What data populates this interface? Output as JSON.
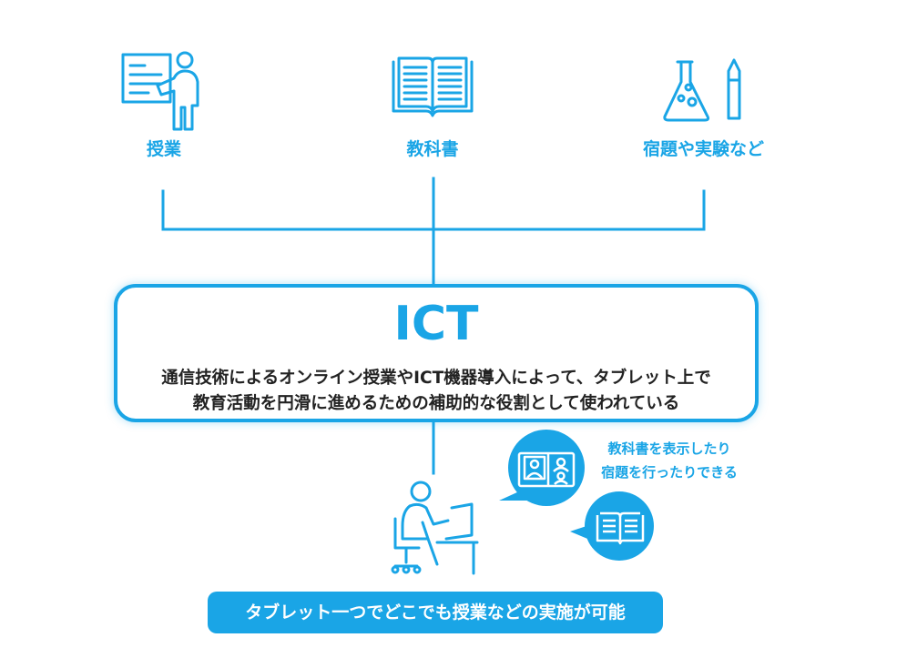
{
  "colors": {
    "accent": "#1aa5e6",
    "text": "#222222",
    "background": "#ffffff"
  },
  "top_items": [
    {
      "label": "授業",
      "icon": "presentation-teacher-icon"
    },
    {
      "label": "教科書",
      "icon": "open-book-icon"
    },
    {
      "label": "宿題や実験など",
      "icon": "flask-pencil-icon"
    }
  ],
  "ict_box": {
    "title": "ICT",
    "description_line1": "通信技術によるオンライン授業やICT機器導入によって、タブレット上で",
    "description_line2": "教育活動を円滑に進めるための補助的な役割として使われている"
  },
  "bubble": {
    "line1": "教科書を表示したり",
    "line2": "宿題を行ったりできる",
    "icons": [
      "video-call-icon",
      "open-book-icon"
    ]
  },
  "student_icon": "student-at-desk-icon",
  "bottom_banner": "タブレット一つでどこでも授業などの実施が可能"
}
